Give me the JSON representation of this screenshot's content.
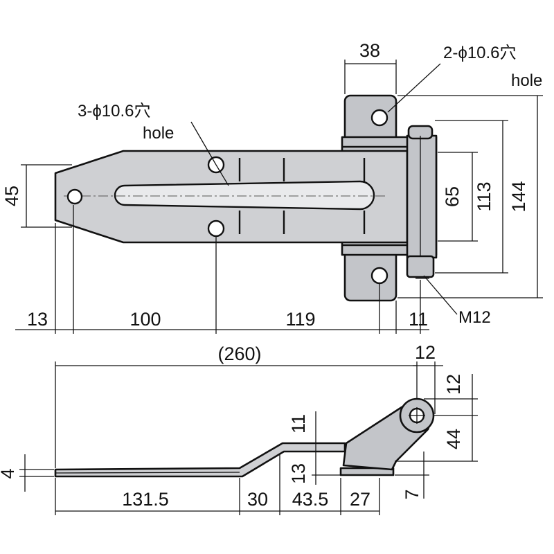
{
  "dims_top": {
    "d45": "45",
    "d38": "38",
    "d65": "65",
    "d113": "113",
    "d144": "144",
    "d13": "13",
    "d100": "100",
    "d119": "119",
    "d11": "11"
  },
  "labels": {
    "holes_3": "3-ϕ10.6穴",
    "holes_3_en": "hole",
    "holes_2": "2-ϕ10.6穴",
    "holes_2_en": "hole",
    "bolt": "M12"
  },
  "dims_side": {
    "d260": "(260)",
    "d12a": "12",
    "d12b": "12",
    "d11": "11",
    "d44": "44",
    "d13": "13",
    "d4": "4",
    "d7": "7",
    "d131_5": "131.5",
    "d30": "30",
    "d43_5": "43.5",
    "d27": "27"
  },
  "colors": {
    "part_fill": "#cfd0d3",
    "line": "#111111"
  }
}
